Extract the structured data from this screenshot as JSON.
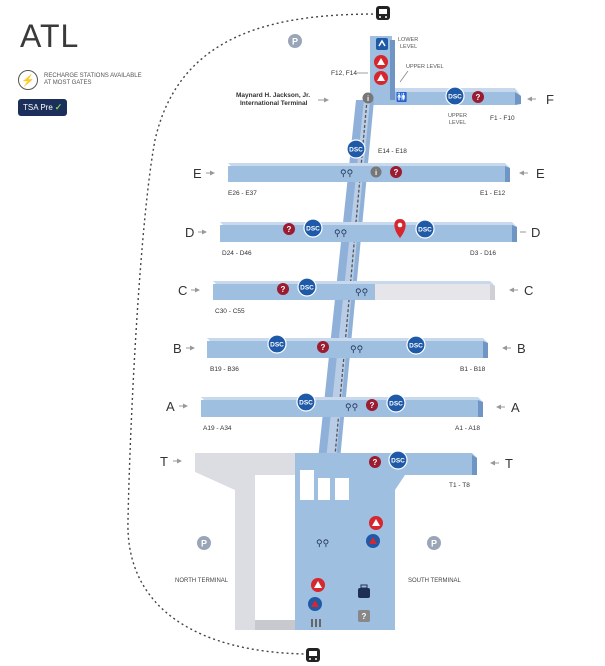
{
  "title": "ATL",
  "legend": {
    "recharge_text": "RECHARGE STATIONS AVAILABLE AT MOST GATES",
    "tsa_label": "TSA Pre",
    "tsa_check": "✓",
    "recharge_icon": "lightning-icon"
  },
  "terminal_name_line1": "Maynard H. Jackson, Jr.",
  "terminal_name_line2": "International Terminal",
  "lower_level_line1": "LOWER",
  "lower_level_line2": "LEVEL",
  "upper_level_top": "UPPER LEVEL",
  "upper_level_line1": "UPPER",
  "upper_level_line2": "LEVEL",
  "f12_f14": "F12, F14",
  "north_terminal": "NORTH TERMINAL",
  "south_terminal": "SOUTH TERMINAL",
  "dsc": "DSC",
  "parking": "P",
  "info": "i",
  "help": "?",
  "concourses": {
    "F": {
      "letter": "F",
      "right_range": "F1 - F10"
    },
    "E": {
      "letter": "E",
      "left_range": "E26 - E37",
      "right_range": "E1 - E12",
      "top_range": "E14 - E18"
    },
    "D": {
      "letter": "D",
      "left_range": "D24 - D46",
      "right_range": "D3 - D16"
    },
    "C": {
      "letter": "C",
      "left_range": "C30 - C55"
    },
    "B": {
      "letter": "B",
      "left_range": "B19 - B36",
      "right_range": "B1 - B18"
    },
    "A": {
      "letter": "A",
      "left_range": "A19 - A34",
      "right_range": "A1 - A18"
    },
    "T": {
      "letter": "T",
      "right_range": "T1 - T8"
    }
  },
  "colors": {
    "concourse_top": "#9fbfe0",
    "concourse_side": "#6f95c4",
    "walkway": "#d9dde6",
    "dsc_blue": "#1f5aa8",
    "help_red": "#9b1b30",
    "pin_red": "#d6262e",
    "info_gray": "#777777"
  }
}
